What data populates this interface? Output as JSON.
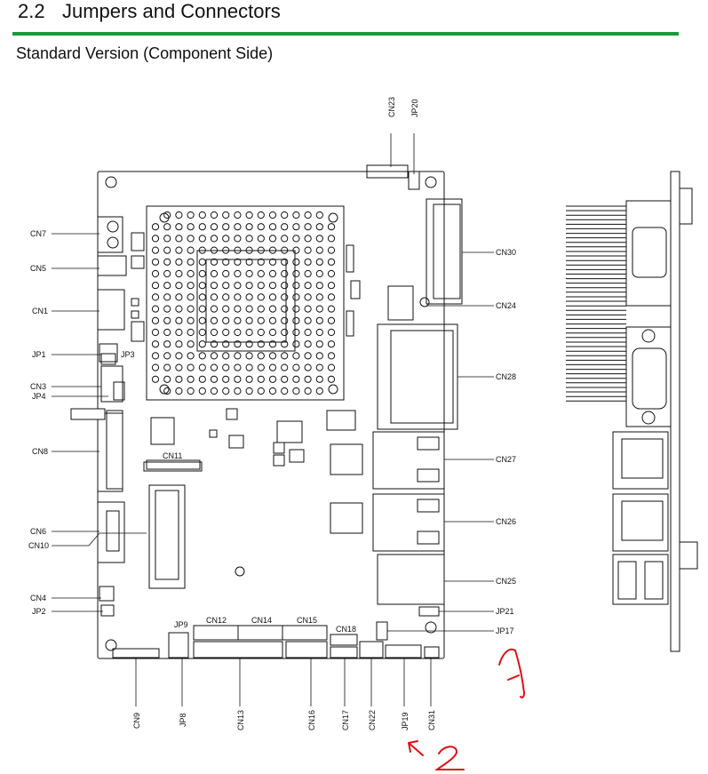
{
  "section": {
    "number": "2.2",
    "title": "Jumpers and Connectors"
  },
  "subtitle": "Standard Version (Component Side)",
  "labels": {
    "cn7": "CN7",
    "cn5": "CN5",
    "cn1": "CN1",
    "jp1": "JP1",
    "jp3": "JP3",
    "cn3": "CN3",
    "jp4": "JP4",
    "cn8": "CN8",
    "cn11": "CN11",
    "cn6": "CN6",
    "cn10": "CN10",
    "cn4": "CN4",
    "jp2": "JP2",
    "cn23": "CN23",
    "jp20": "JP20",
    "cn30": "CN30",
    "cn24": "CN24",
    "cn28": "CN28",
    "cn27": "CN27",
    "cn26": "CN26",
    "cn25": "CN25",
    "jp21": "JP21",
    "jp17": "JP17",
    "jp9": "JP9",
    "cn12": "CN12",
    "cn14": "CN14",
    "cn15": "CN15",
    "cn18": "CN18",
    "cn9": "CN9",
    "jp8": "JP8",
    "cn13": "CN13",
    "cn16": "CN16",
    "cn17": "CN17",
    "cn22": "CN22",
    "jp19": "JP19",
    "cn31": "CN31"
  },
  "annotations": {
    "mark_1": "1",
    "mark_2": "2"
  },
  "colors": {
    "rule": "#1a9a3a",
    "annotation": "#e01010",
    "line": "#111111"
  }
}
